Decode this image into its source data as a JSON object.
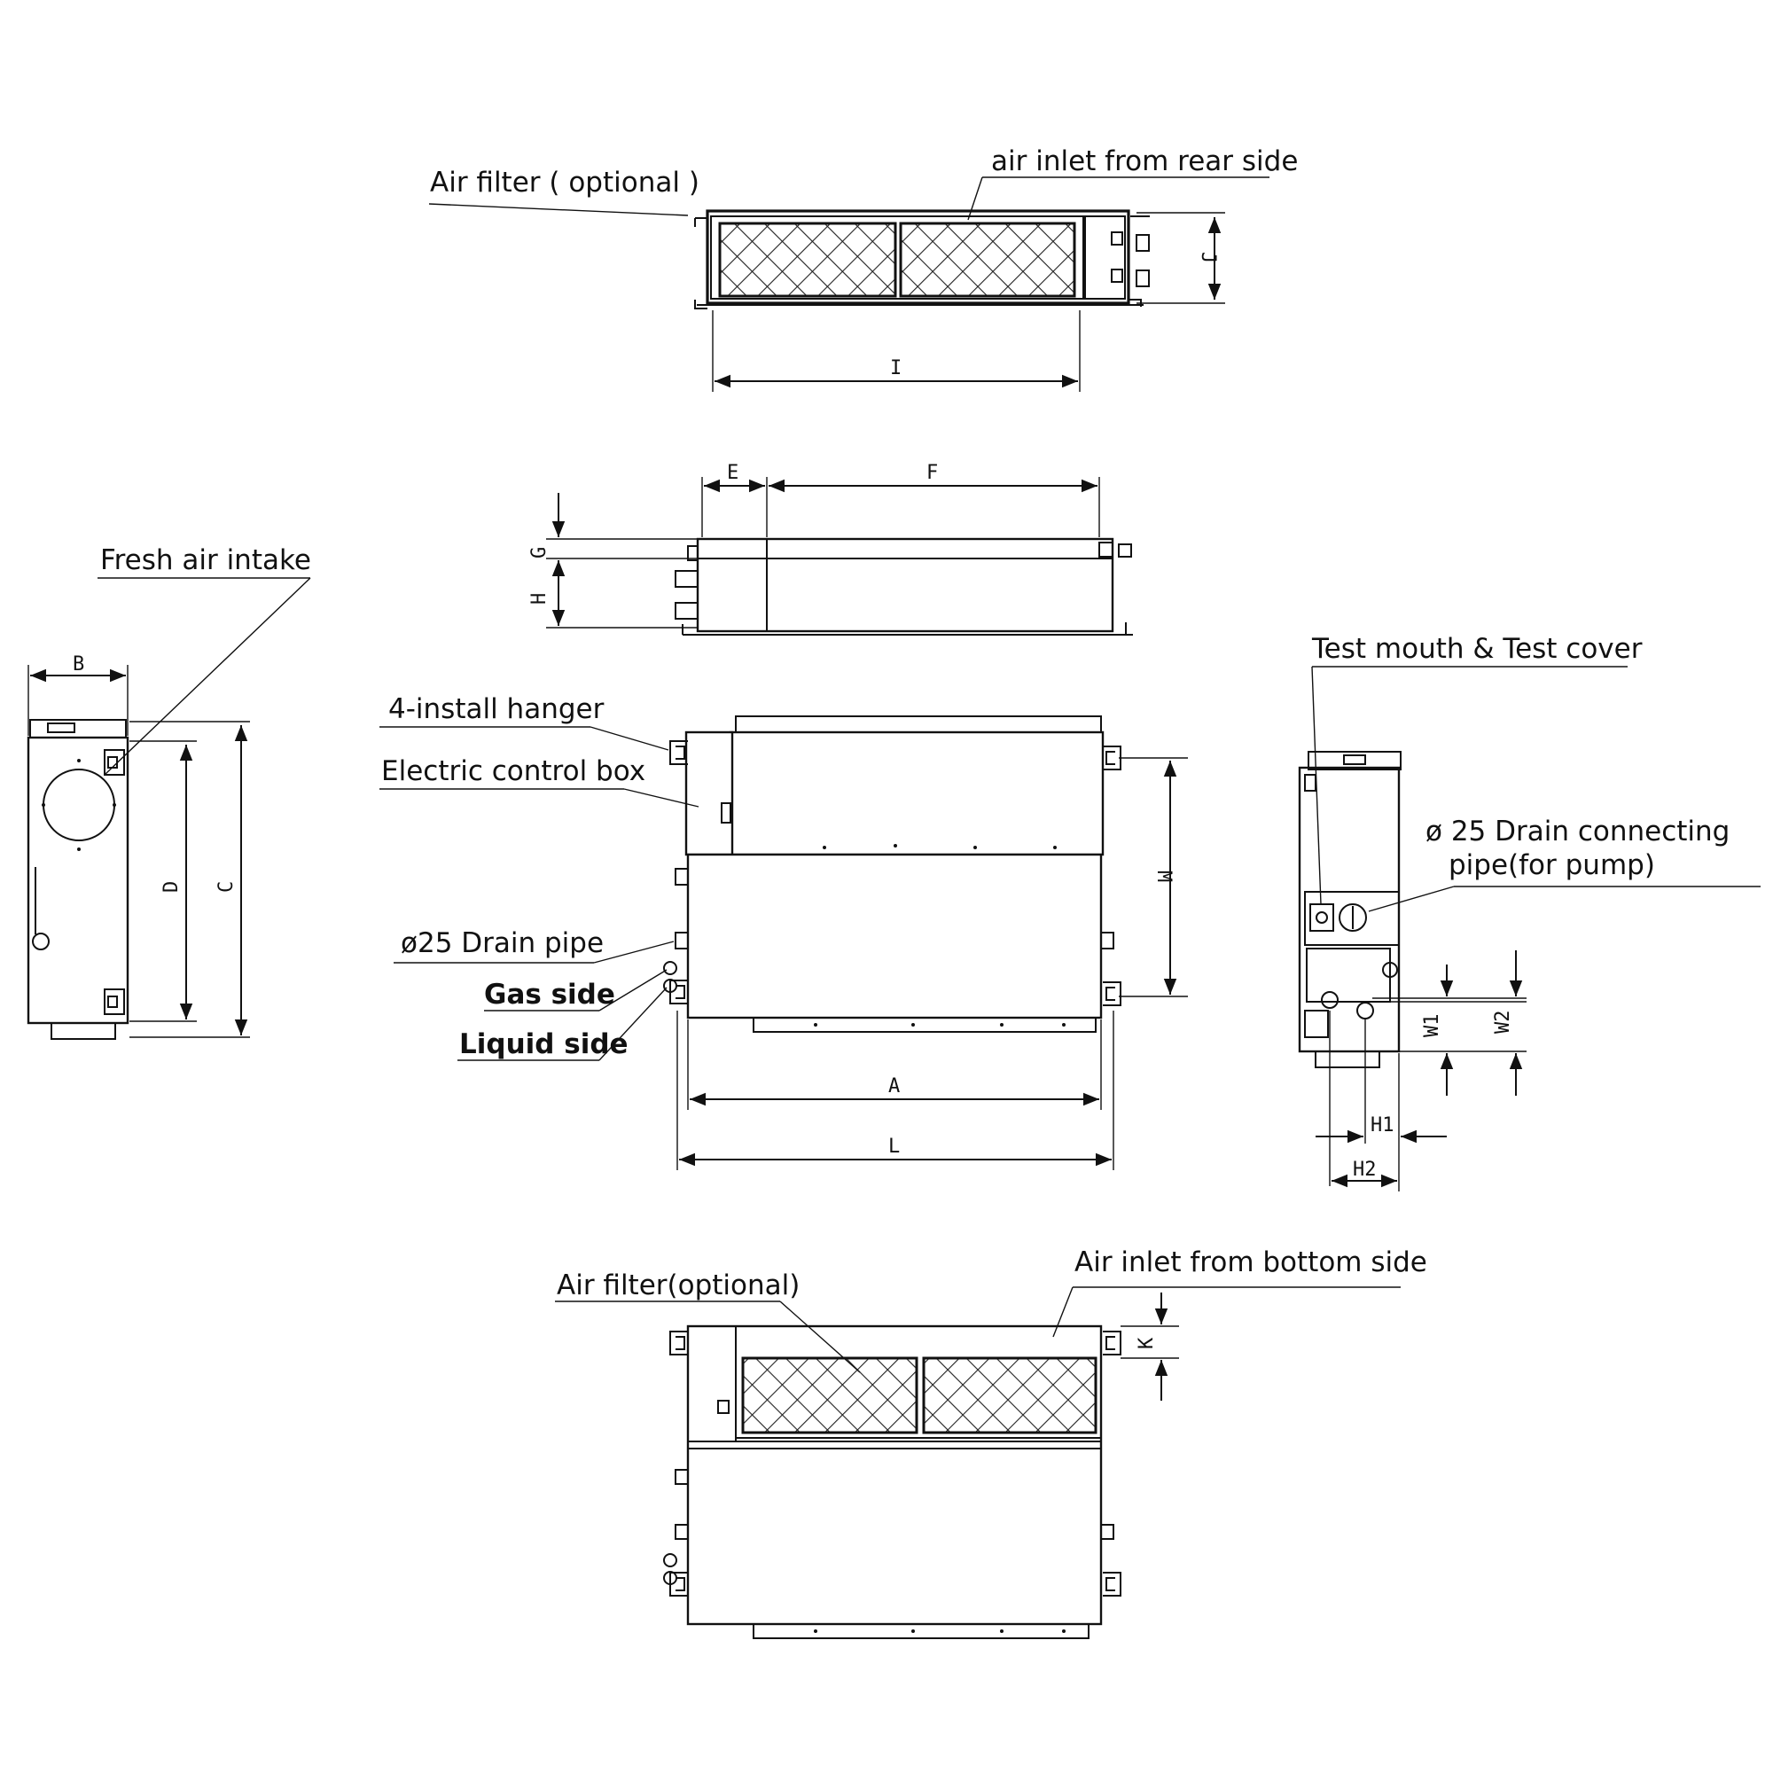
{
  "labels": {
    "air_filter_optional_top": "Air filter ( optional )",
    "air_inlet_rear": "air inlet from rear side",
    "fresh_air_intake": "Fresh air intake",
    "install_hanger": "4-install hanger",
    "electric_control_box": "Electric control box",
    "drain_pipe": "ø25 Drain pipe",
    "gas_side": "Gas side",
    "liquid_side": "Liquid side",
    "test_mouth": "Test mouth & Test cover",
    "drain_connecting_line1": "ø 25 Drain connecting",
    "drain_connecting_line2": "pipe(for pump)",
    "air_filter_optional_bottom": "Air filter(optional)",
    "air_inlet_bottom": "Air inlet from bottom side"
  },
  "dimensions": {
    "A": "A",
    "B": "B",
    "C": "C",
    "D": "D",
    "E": "E",
    "F": "F",
    "G": "G",
    "H": "H",
    "I": "I",
    "J": "J",
    "K": "K",
    "L": "L",
    "M": "M",
    "H1": "H1",
    "H2": "H2",
    "W1": "W1",
    "W2": "W2"
  }
}
